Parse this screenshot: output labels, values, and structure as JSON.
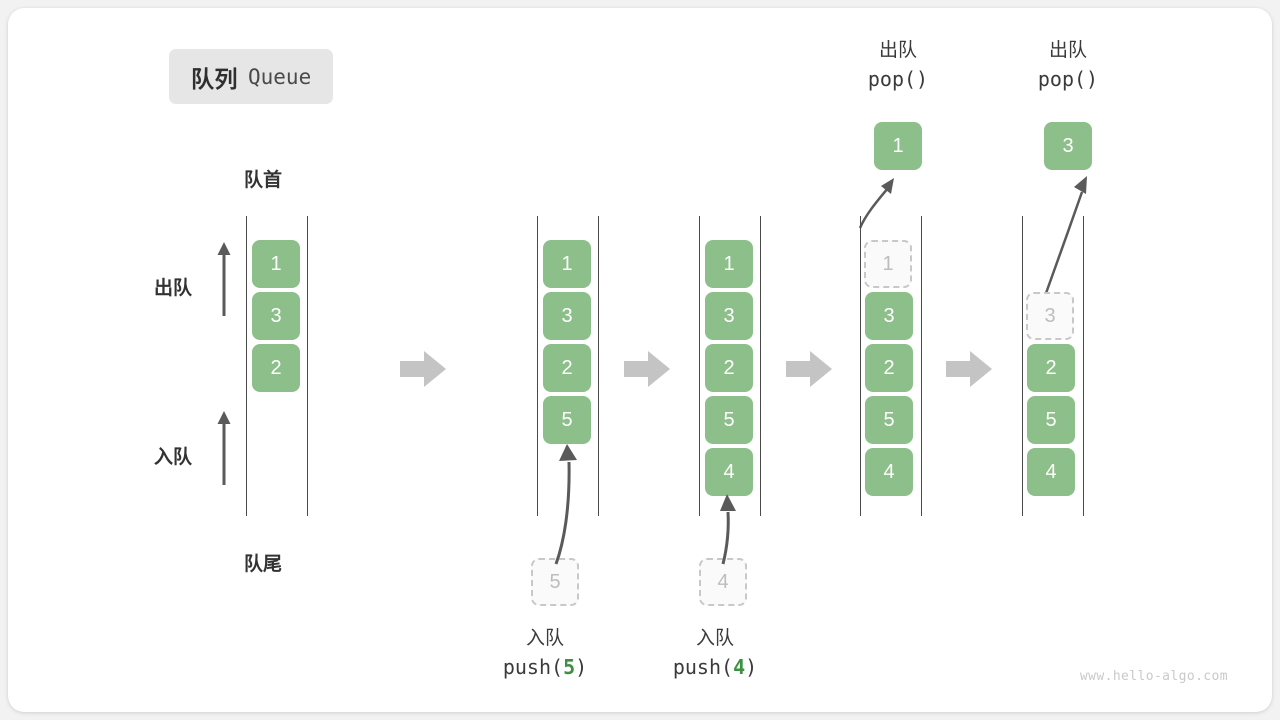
{
  "title": {
    "cn": "队列",
    "en": "Queue"
  },
  "labels": {
    "front": "队首",
    "rear": "队尾",
    "dequeue": "出队",
    "enqueue": "入队"
  },
  "watermark": "www.hello-algo.com",
  "colors": {
    "cell_fill": "#8cbf8a",
    "cell_text": "#ffffff",
    "ghost_border": "#c8c8c8",
    "ghost_text": "#bdbdbd",
    "rail": "#4a4a4a",
    "flow_arrow": "#c4c4c4",
    "accent_green": "#3e9142",
    "badge_bg": "#e6e6e6",
    "text_dark": "#333333"
  },
  "panels": [
    {
      "id": "panel-initial",
      "cells": [
        {
          "value": "1",
          "state": "filled"
        },
        {
          "value": "3",
          "state": "filled"
        },
        {
          "value": "2",
          "state": "filled"
        }
      ],
      "header": null,
      "caption": null,
      "popped": null,
      "incoming": null
    },
    {
      "id": "panel-push-5",
      "cells": [
        {
          "value": "1",
          "state": "filled"
        },
        {
          "value": "3",
          "state": "filled"
        },
        {
          "value": "2",
          "state": "filled"
        },
        {
          "value": "5",
          "state": "filled"
        }
      ],
      "header": null,
      "caption": {
        "cn": "入队",
        "code_prefix": "push(",
        "code_num": "5",
        "code_suffix": ")"
      },
      "popped": null,
      "incoming": {
        "value": "5",
        "state": "ghost"
      }
    },
    {
      "id": "panel-push-4",
      "cells": [
        {
          "value": "1",
          "state": "filled"
        },
        {
          "value": "3",
          "state": "filled"
        },
        {
          "value": "2",
          "state": "filled"
        },
        {
          "value": "5",
          "state": "filled"
        },
        {
          "value": "4",
          "state": "filled"
        }
      ],
      "header": null,
      "caption": {
        "cn": "入队",
        "code_prefix": "push(",
        "code_num": "4",
        "code_suffix": ")"
      },
      "popped": null,
      "incoming": {
        "value": "4",
        "state": "ghost"
      }
    },
    {
      "id": "panel-pop-1",
      "cells": [
        {
          "value": "1",
          "state": "ghost"
        },
        {
          "value": "3",
          "state": "filled"
        },
        {
          "value": "2",
          "state": "filled"
        },
        {
          "value": "5",
          "state": "filled"
        },
        {
          "value": "4",
          "state": "filled"
        }
      ],
      "header": {
        "cn": "出队",
        "code": "pop()"
      },
      "caption": null,
      "popped": {
        "value": "1",
        "state": "filled"
      },
      "incoming": null
    },
    {
      "id": "panel-pop-3",
      "cells": [
        {
          "value": "",
          "state": "empty"
        },
        {
          "value": "3",
          "state": "ghost"
        },
        {
          "value": "2",
          "state": "filled"
        },
        {
          "value": "5",
          "state": "filled"
        },
        {
          "value": "4",
          "state": "filled"
        }
      ],
      "header": {
        "cn": "出队",
        "code": "pop()"
      },
      "caption": null,
      "popped": {
        "value": "3",
        "state": "filled"
      },
      "incoming": null
    }
  ]
}
